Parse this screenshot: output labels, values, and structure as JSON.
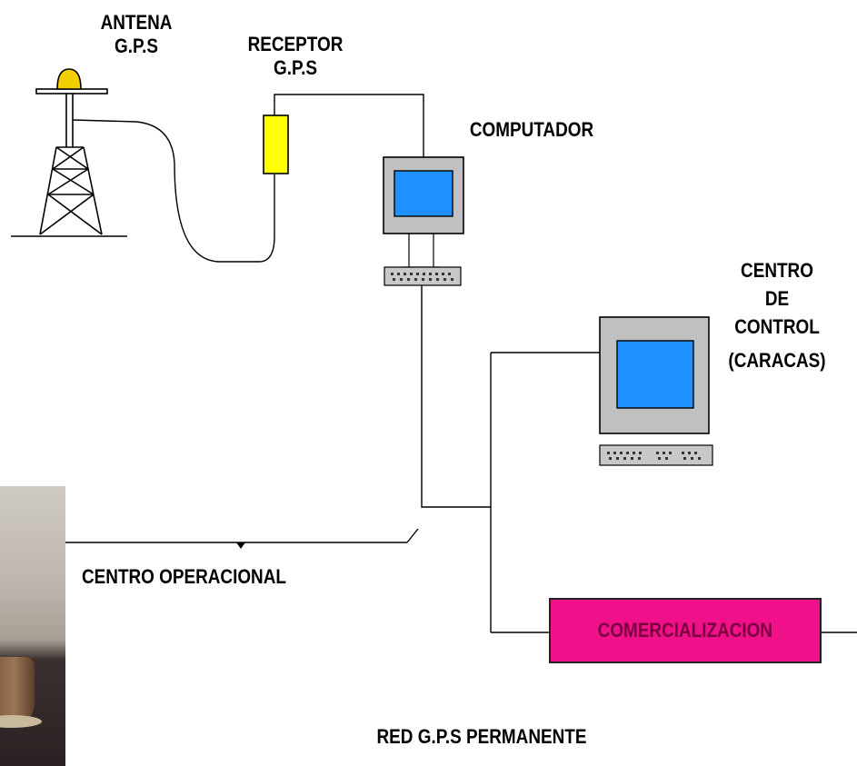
{
  "title": "RED G.P.S PERMANENTE",
  "labels": {
    "antena": [
      "ANTENA",
      "G.P.S"
    ],
    "receptor": [
      "RECEPTOR",
      "G.P.S"
    ],
    "computador": "COMPUTADOR",
    "centro_control": [
      "CENTRO",
      "DE",
      "CONTROL",
      "(CARACAS)"
    ],
    "centro_operacional": "CENTRO OPERACIONAL",
    "comercializacion": "COMERCIALIZACION"
  },
  "colors": {
    "antenna_dome": "#f2d000",
    "receiver": "#ffff00",
    "monitor_case": "#c0c0c0",
    "monitor_screen": "#1e90ff",
    "comercializacion_box": "#f0118a",
    "comercializacion_text": "#7a0040",
    "lines": "#000000"
  }
}
